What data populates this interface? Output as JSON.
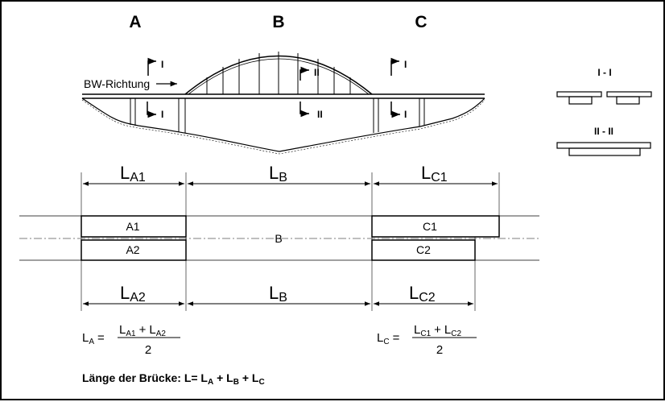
{
  "sections": {
    "a": "A",
    "b": "B",
    "c": "C"
  },
  "direction_label": "BW-Richtung",
  "cut_labels": {
    "one": "I",
    "two": "II"
  },
  "legend": {
    "cut1": "I - I",
    "cut2": "II - II"
  },
  "dimensions": {
    "la1": {
      "main": "L",
      "sub": "A1"
    },
    "lb": {
      "main": "L",
      "sub": "B"
    },
    "lc1": {
      "main": "L",
      "sub": "C1"
    },
    "la2": {
      "main": "L",
      "sub": "A2"
    },
    "lc2": {
      "main": "L",
      "sub": "C2"
    }
  },
  "plan_labels": {
    "a1": "A1",
    "a2": "A2",
    "b": "B",
    "c1": "C1",
    "c2": "C2"
  },
  "formula_a": {
    "lhs": "L",
    "lhs_sub": "A",
    "eq": "=",
    "num1": "L",
    "num1_sub": "A1",
    "plus": "+",
    "num2": "L",
    "num2_sub": "A2",
    "den": "2"
  },
  "formula_c": {
    "lhs": "L",
    "lhs_sub": "C",
    "eq": "=",
    "num1": "L",
    "num1_sub": "C1",
    "plus": "+",
    "num2": "L",
    "num2_sub": "C2",
    "den": "2"
  },
  "total": {
    "prefix": "Länge der Brücke: L= L",
    "sub_a": "A",
    "plus1": " + L",
    "sub_b": "B",
    "plus2": " + L",
    "sub_c": "C"
  }
}
